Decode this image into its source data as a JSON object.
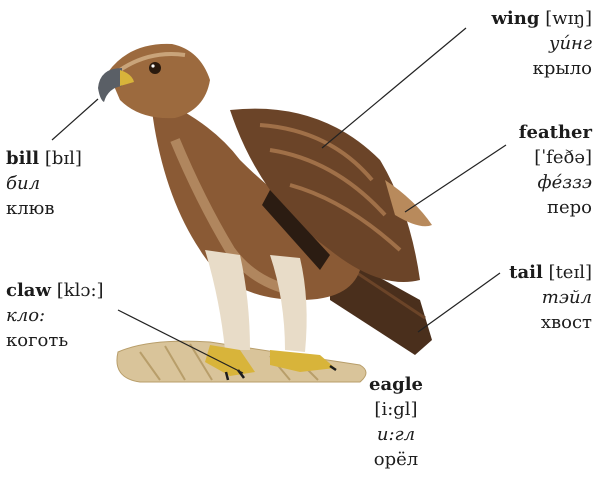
{
  "labels": {
    "wing": {
      "word": "wing",
      "ipa": "[wɪŋ]",
      "translit": "уи́нг",
      "ru": "крыло"
    },
    "bill": {
      "word": "bill",
      "ipa": "[bɪl]",
      "translit": "бил",
      "ru": "клюв"
    },
    "feather": {
      "word": "feather",
      "ipa": "[ˈfeðə]",
      "translit": "фе́ззэ",
      "ru": "перо"
    },
    "claw": {
      "word": "claw",
      "ipa": "[klɔ:]",
      "translit": "кло:",
      "ru": "коготь"
    },
    "tail": {
      "word": "tail",
      "ipa": "[teɪl]",
      "translit": "тэйл",
      "ru": "хвост"
    },
    "eagle": {
      "word": "eagle",
      "ipa": "[i:gl]",
      "translit": "и:гл",
      "ru": "орёл"
    }
  },
  "colors": {
    "plumage_dark": "#4a2f1c",
    "plumage_mid": "#8a5a35",
    "plumage_light": "#c9a47a",
    "leg": "#e8dcc8",
    "beak": "#d8b43a",
    "perch": "#d9c49a"
  }
}
